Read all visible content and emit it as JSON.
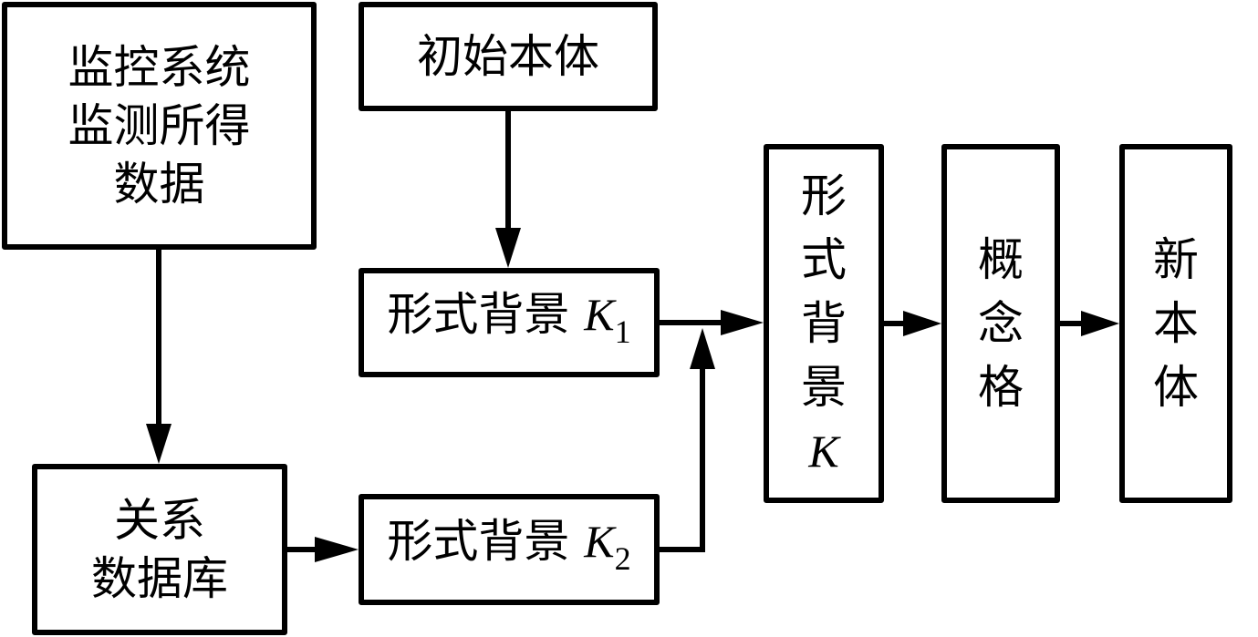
{
  "diagram": {
    "nodes": {
      "monitor_data": {
        "lines": [
          "监控系统",
          "监测所得",
          "数据"
        ]
      },
      "initial_ontology": {
        "label": "初始本体"
      },
      "relational_db": {
        "lines": [
          "关系",
          "数据库"
        ]
      },
      "context_k1": {
        "label": "形式背景",
        "var": "K",
        "sub": "1"
      },
      "context_k2": {
        "label": "形式背景",
        "var": "K",
        "sub": "2"
      },
      "context_k": {
        "chars": [
          "形",
          "式",
          "背",
          "景"
        ],
        "var": "K"
      },
      "concept_lattice": {
        "chars": [
          "概",
          "念",
          "格"
        ]
      },
      "new_ontology": {
        "chars": [
          "新",
          "本",
          "体"
        ]
      }
    },
    "edges": [
      {
        "from": "monitor_data",
        "to": "relational_db"
      },
      {
        "from": "initial_ontology",
        "to": "context_k1"
      },
      {
        "from": "relational_db",
        "to": "context_k2"
      },
      {
        "from": "context_k1",
        "to": "context_k"
      },
      {
        "from": "context_k2",
        "to": "context_k"
      },
      {
        "from": "context_k",
        "to": "concept_lattice"
      },
      {
        "from": "concept_lattice",
        "to": "new_ontology"
      }
    ]
  }
}
